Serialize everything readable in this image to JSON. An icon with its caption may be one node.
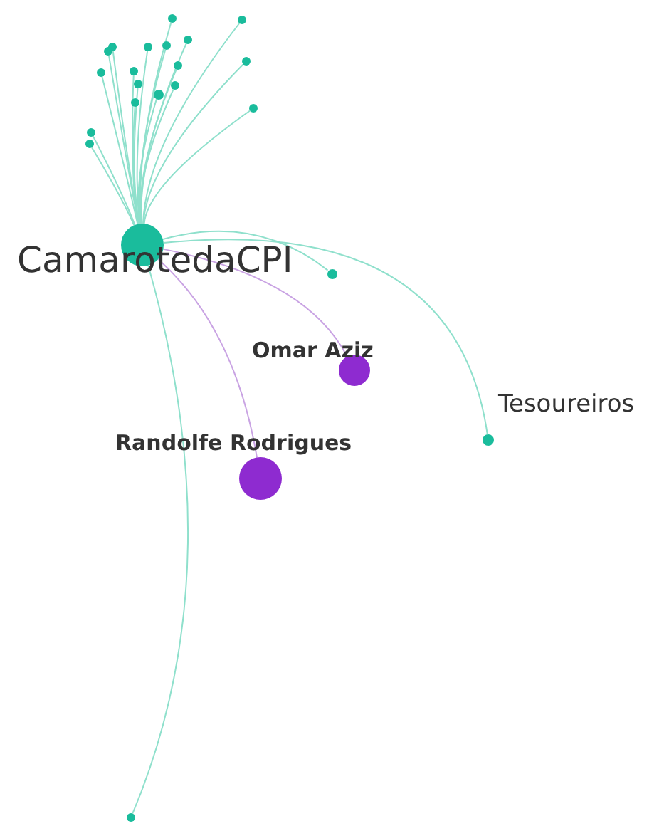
{
  "diagram": {
    "nodes": [
      {
        "text": [],
        "shape": "circle"
      },
      {
        "text": [],
        "shape": "circle"
      },
      {
        "text": [],
        "shape": "circle"
      },
      {
        "text": [],
        "shape": "circle"
      },
      {
        "text": [],
        "shape": "circle"
      },
      {
        "text": [],
        "shape": "circle"
      },
      {
        "text": [],
        "shape": "circle"
      },
      {
        "text": [],
        "shape": "circle"
      },
      {
        "text": [],
        "shape": "circle"
      },
      {
        "text": [],
        "shape": "circle"
      },
      {
        "text": [],
        "shape": "circle"
      },
      {
        "text": [],
        "shape": "circle"
      },
      {
        "text": [],
        "shape": "circle"
      },
      {
        "text": [],
        "shape": "circle"
      },
      {
        "text": [],
        "shape": "circle"
      },
      {
        "text": [],
        "shape": "circle"
      },
      {
        "text": [],
        "shape": "circle"
      },
      {
        "text": [],
        "shape": "circle"
      },
      {
        "text": [
          "CamarotedaCPI"
        ]
      },
      {
        "text": [],
        "shape": "circle"
      },
      {
        "text": [
          "Omar Aziz"
        ]
      },
      {
        "text": [
          "Tesoureiros"
        ]
      },
      {
        "text": [
          "Randolfe Rodrigues"
        ]
      },
      {
        "text": [],
        "shape": "circle"
      }
    ],
    "edges": [
      {
        "from": 18,
        "to": 0,
        "arrow": "none"
      },
      {
        "from": 18,
        "to": 1,
        "arrow": "none"
      },
      {
        "from": 18,
        "to": 2,
        "arrow": "none"
      },
      {
        "from": 18,
        "to": 3,
        "arrow": "none"
      },
      {
        "from": 18,
        "to": 4,
        "arrow": "none"
      },
      {
        "from": 18,
        "to": 5,
        "arrow": "none"
      },
      {
        "from": 18,
        "to": 6,
        "arrow": "none"
      },
      {
        "from": 18,
        "to": 7,
        "arrow": "none"
      },
      {
        "from": 18,
        "to": 8,
        "arrow": "none"
      },
      {
        "from": 18,
        "to": 9,
        "arrow": "none"
      },
      {
        "from": 18,
        "to": 10,
        "arrow": "none"
      },
      {
        "from": 18,
        "to": 11,
        "arrow": "none"
      },
      {
        "from": 18,
        "to": 12,
        "arrow": "none"
      },
      {
        "from": 18,
        "to": 13,
        "arrow": "none"
      },
      {
        "from": 18,
        "to": 14,
        "arrow": "none"
      },
      {
        "from": 18,
        "to": 15,
        "arrow": "none"
      },
      {
        "from": 18,
        "to": 16,
        "arrow": "none"
      },
      {
        "from": 18,
        "to": 17,
        "arrow": "none"
      },
      {
        "from": 18,
        "to": 19,
        "arrow": "none"
      },
      {
        "from": 18,
        "to": 20,
        "arrow": "none",
        "color": "#c9a3e3"
      },
      {
        "from": 18,
        "to": 21,
        "arrow": "none"
      },
      {
        "from": 18,
        "to": 22,
        "arrow": "none",
        "color": "#c9a3e3"
      },
      {
        "from": 18,
        "to": 23,
        "arrow": "none"
      }
    ]
  }
}
